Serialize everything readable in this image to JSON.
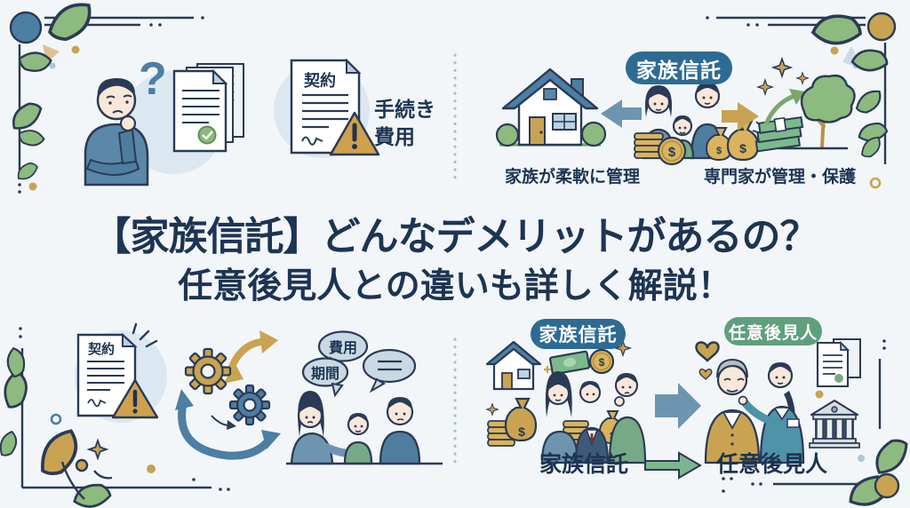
{
  "title": {
    "line1": "【家族信託】どんなデメリットがあるの？",
    "line2": "任意後見人との違いも詳しく解説！"
  },
  "top_left": {
    "question_mark": "?",
    "contract_label": "契約",
    "caption_line1": "手続き",
    "caption_line2": "費用"
  },
  "top_right": {
    "badge": "家族信託",
    "caption_left": "家族が柔軟に管理",
    "caption_right": "専門家が管理・保護"
  },
  "bottom_left": {
    "contract_label": "契約",
    "bubble_cost": "費用",
    "bubble_period": "期間"
  },
  "bottom_right": {
    "badge_family_trust": "家族信託",
    "badge_guardian": "任意後見人",
    "caption_family_trust": "家族信託",
    "caption_guardian": "任意後見人"
  },
  "money_symbol": "$",
  "colors": {
    "background": "#f2f6f9",
    "title_text": "#1d3452",
    "outline": "#2b3a55",
    "badge_blue": "#2d6b93",
    "badge_green": "#5f9f7e",
    "gold": "#c9a351",
    "leaf_green": "#8cba7f",
    "steel_blue": "#4d7ea3",
    "light_circle": "#dce8f1",
    "money_green": "#7cb98a",
    "bubble_blue_gray": "#c9d9e4"
  }
}
